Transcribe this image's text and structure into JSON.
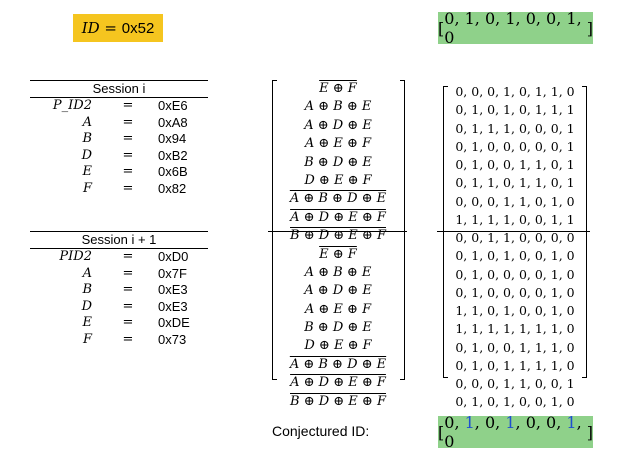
{
  "id_label": {
    "prefix": "ID",
    "eq": " = ",
    "value": "0x52"
  },
  "top_vector": [
    "0",
    "1",
    "0",
    "1",
    "0",
    "0",
    "1",
    "0"
  ],
  "conjectured": {
    "label": "Conjectured ID:",
    "vector": [
      "0",
      "1",
      "0",
      "1",
      "0",
      "0",
      "1",
      "0"
    ],
    "highlight_color": "#1f4fd0"
  },
  "session1": {
    "title": "Session i",
    "rows": [
      {
        "name": "P_ID2",
        "value": "0xE6"
      },
      {
        "name": "A",
        "value": "0xA8"
      },
      {
        "name": "B",
        "value": "0x94"
      },
      {
        "name": "D",
        "value": "0xB2"
      },
      {
        "name": "E",
        "value": "0x6B"
      },
      {
        "name": "F",
        "value": "0x82"
      }
    ]
  },
  "session2": {
    "title": "Session i + 1",
    "rows": [
      {
        "name": "PID2",
        "value": "0xD0"
      },
      {
        "name": "A",
        "value": "0x7F"
      },
      {
        "name": "B",
        "value": "0xE3"
      },
      {
        "name": "D",
        "value": "0xE3"
      },
      {
        "name": "E",
        "value": "0xDE"
      },
      {
        "name": "F",
        "value": "0x73"
      }
    ]
  },
  "equations": [
    {
      "text": "E ⊕ F",
      "overline": true
    },
    {
      "text": "A ⊕ B ⊕ E",
      "overline": false
    },
    {
      "text": "A ⊕ D ⊕ E",
      "overline": false
    },
    {
      "text": "A ⊕ E ⊕ F",
      "overline": false
    },
    {
      "text": "B ⊕ D ⊕ E",
      "overline": false
    },
    {
      "text": "D ⊕ E ⊕ F",
      "overline": false
    },
    {
      "text": "A ⊕ B ⊕ D ⊕ E",
      "overline": true
    },
    {
      "text": "A ⊕ D ⊕ E ⊕ F",
      "overline": true
    },
    {
      "text": "B ⊕ D ⊕ E ⊕ F",
      "overline": true
    }
  ],
  "matrix_top": [
    "0, 0, 0, 1, 0, 1, 1, 0",
    "0, 1, 0, 1, 0, 1, 1, 1",
    "0, 1, 1, 1, 0, 0, 0, 1",
    "0, 1, 0, 0, 0, 0, 0, 1",
    "0, 1, 0, 0, 1, 1, 0, 1",
    "0, 1, 1, 0, 1, 1, 0, 1",
    "0, 0, 0, 1, 1, 0, 1, 0",
    "1, 1, 1, 1, 0, 0, 1, 1",
    "0, 0, 1, 1, 0, 0, 0, 0"
  ],
  "matrix_bottom": [
    "0, 1, 0, 1, 0, 0, 1, 0",
    "0, 1, 0, 0, 0, 0, 1, 0",
    "0, 1, 0, 0, 0, 0, 1, 0",
    "1, 1, 0, 1, 0, 0, 1, 0",
    "1, 1, 1, 1, 1, 1, 1, 0",
    "0, 1, 0, 0, 1, 1, 1, 0",
    "0, 1, 0, 1, 1, 1, 1, 0",
    "0, 0, 0, 1, 1, 0, 0, 1",
    "0, 1, 0, 1, 0, 0, 1, 0"
  ]
}
